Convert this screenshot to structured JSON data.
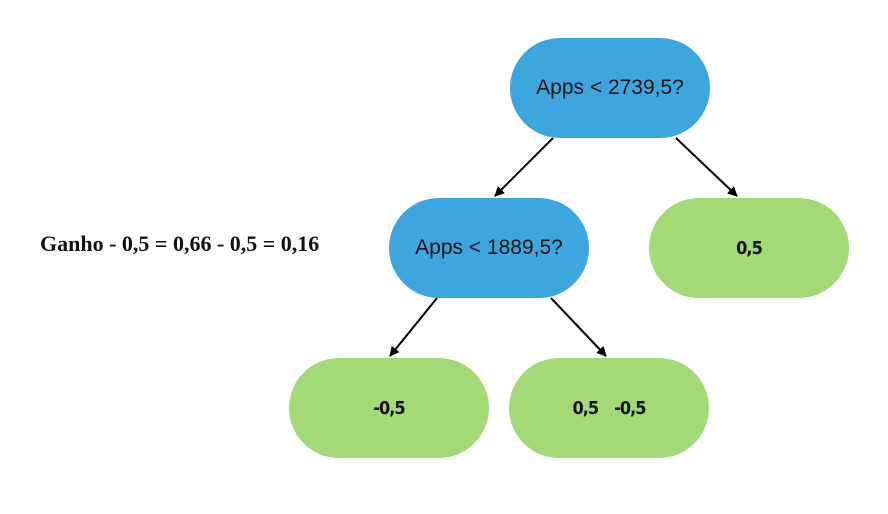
{
  "gain_annotation": "Ganho - 0,5 = 0,66 - 0,5 = 0,16",
  "root": {
    "label": "Apps < 2739,5?"
  },
  "left_split": {
    "label": "Apps < 1889,5?"
  },
  "leaves": {
    "right": {
      "values": [
        "0,5"
      ]
    },
    "left_left": {
      "values": [
        "-0,5"
      ]
    },
    "left_right": {
      "values": [
        "0,5",
        "-0,5"
      ]
    }
  },
  "colors": {
    "decision": "#3ea6de",
    "leaf": "#a3d977",
    "edge": "#000000"
  }
}
